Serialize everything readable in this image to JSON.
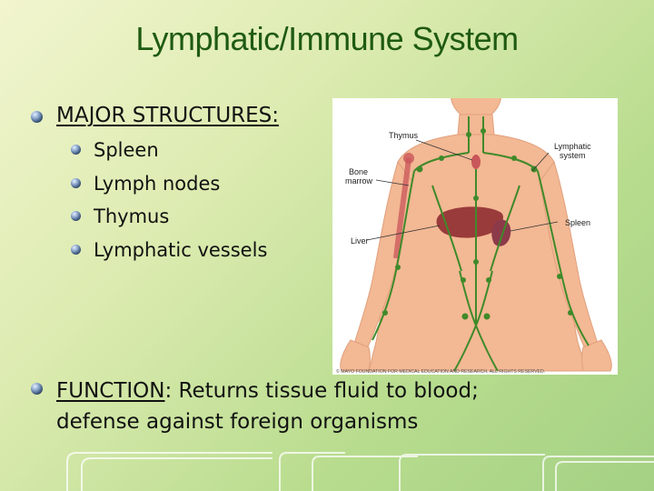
{
  "slide": {
    "title": "Lymphatic/Immune System",
    "structures_heading": "MAJOR STRUCTURES:",
    "structures": [
      "Spleen",
      "Lymph nodes",
      "Thymus",
      "Lymphatic vessels"
    ],
    "function_label": "FUNCTION",
    "function_colon": ":",
    "function_line1": " Returns tissue fluid to blood;",
    "function_line2": "defense against foreign organisms"
  },
  "illustration": {
    "labels": {
      "thymus": "Thymus",
      "bone_marrow_1": "Bone",
      "bone_marrow_2": "marrow",
      "lymphatic_1": "Lymphatic",
      "lymphatic_2": "system",
      "spleen": "Spleen",
      "liver": "Liver"
    },
    "copyright": "© MAYO FOUNDATION FOR MEDICAL EDUCATION AND RESEARCH. ALL RIGHTS RESERVED."
  },
  "colors": {
    "title": "#1f5a12",
    "text": "#111111",
    "skin": "#f3b894",
    "vessels": "#3f8a2a",
    "liver": "#9a3b3b"
  }
}
